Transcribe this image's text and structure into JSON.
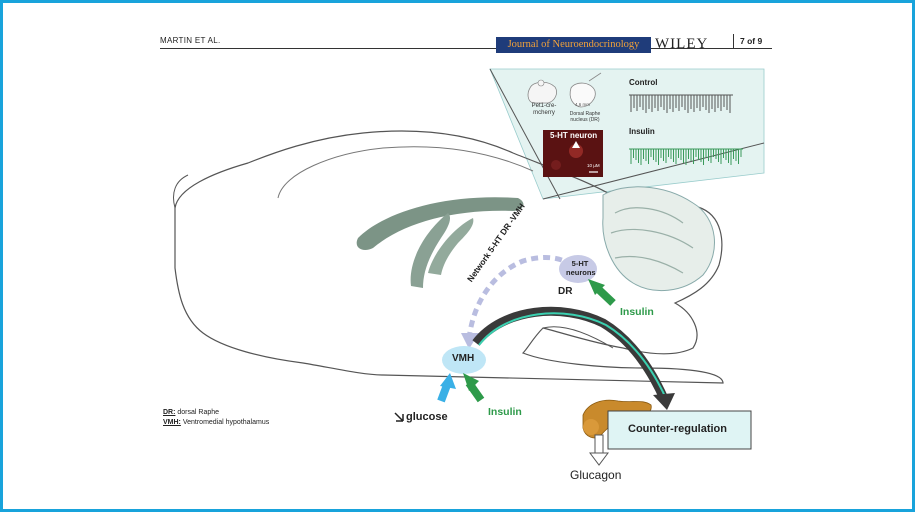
{
  "header": {
    "author": "MARTIN ET AL.",
    "journal": "Journal of Neuroendocrinology",
    "publisher": "WILEY",
    "page": "7 of 9"
  },
  "inset": {
    "mouse_label": "Pet1-cre-mcherry",
    "dr_label": "Dorsal Raphe nucleus (DR)",
    "scale_label": "4,6 mm",
    "neuron_label": "5-HT neuron",
    "neuron_scale": "10 µM",
    "control_label": "Control",
    "insulin_label": "Insulin"
  },
  "figure": {
    "network_label": "Network 5-HT DR -VMH",
    "ht_neurons_label": "5-HT neurons",
    "dr_label": "DR",
    "vmh_label": "VMH",
    "insulin_dr": "Insulin",
    "insulin_vmh": "Insulin",
    "glucose_label": "glucose",
    "counter_regulation": "Counter-regulation",
    "glucagon": "Glucagon"
  },
  "legend": {
    "dr_abbr": "DR:",
    "dr_text": " dorsal Raphe",
    "vmh_abbr": "VMH:",
    "vmh_text": " Ventromedial hypothalamus"
  },
  "colors": {
    "frame": "#18a3db",
    "journal_bg": "#1f3c7a",
    "journal_text": "#f2a23a",
    "insulin_green": "#2e9a4a",
    "glucose_blue": "#3ab0e6",
    "inset_bg": "#e4f3f1",
    "counter_box": "#dff4f4"
  }
}
